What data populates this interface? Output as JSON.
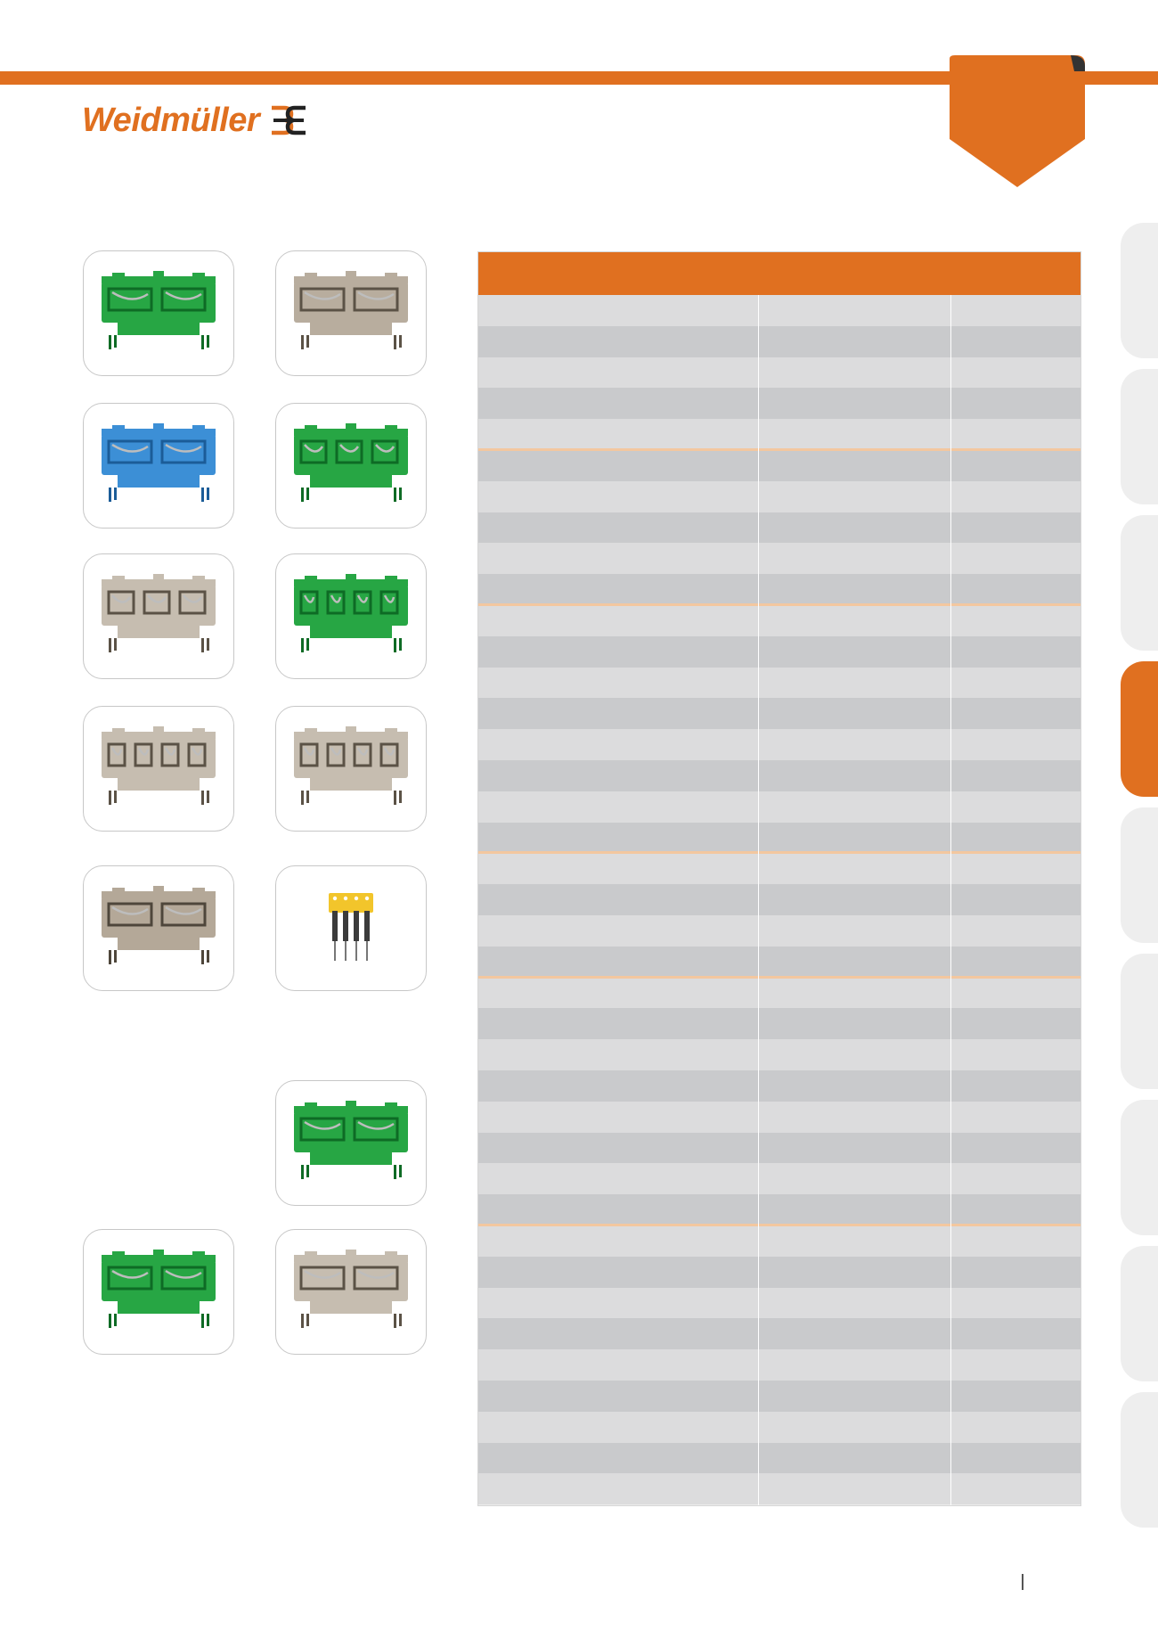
{
  "brand": {
    "name": "Weidmüller",
    "accent_color": "#e07020",
    "logo_mark_icon": "weidmuller-3e-icon"
  },
  "product_images": [
    {
      "color": "#27a644",
      "dark": "#0e6b25",
      "kind": "terminal-2"
    },
    {
      "color": "#b8ad9e",
      "dark": "#5b5246",
      "kind": "terminal-2"
    },
    {
      "color": "#3c8fd6",
      "dark": "#1b5c98",
      "kind": "terminal-2"
    },
    {
      "color": "#27a644",
      "dark": "#0e6b25",
      "kind": "terminal-3"
    },
    {
      "color": "#c6bdb0",
      "dark": "#5b5246",
      "kind": "terminal-3"
    },
    {
      "color": "#27a644",
      "dark": "#0e6b25",
      "kind": "terminal-4"
    },
    {
      "color": "#c6bdb0",
      "dark": "#5b5246",
      "kind": "terminal-4"
    },
    {
      "color": "#c6bdb0",
      "dark": "#5b5246",
      "kind": "terminal-4"
    },
    {
      "color": "#b4a898",
      "dark": "#4e463b",
      "kind": "terminal-2"
    },
    {
      "color": "#f2c52b",
      "dark": "#3b3b3b",
      "kind": "cross-connector"
    },
    {
      "color": "#27a644",
      "dark": "#0e6b25",
      "kind": "terminal-2"
    },
    {
      "color": "#27a644",
      "dark": "#0e6b25",
      "kind": "terminal-2"
    },
    {
      "color": "#c6bdb0",
      "dark": "#5b5246",
      "kind": "terminal-2"
    }
  ],
  "table": {
    "header_color": "#e07020",
    "row_light": "#dcdcdd",
    "row_dark": "#c9cacc",
    "separator_color": "#f3c79f",
    "row_count": 39
  },
  "side_tabs": {
    "count": 9,
    "active_index": 3
  }
}
